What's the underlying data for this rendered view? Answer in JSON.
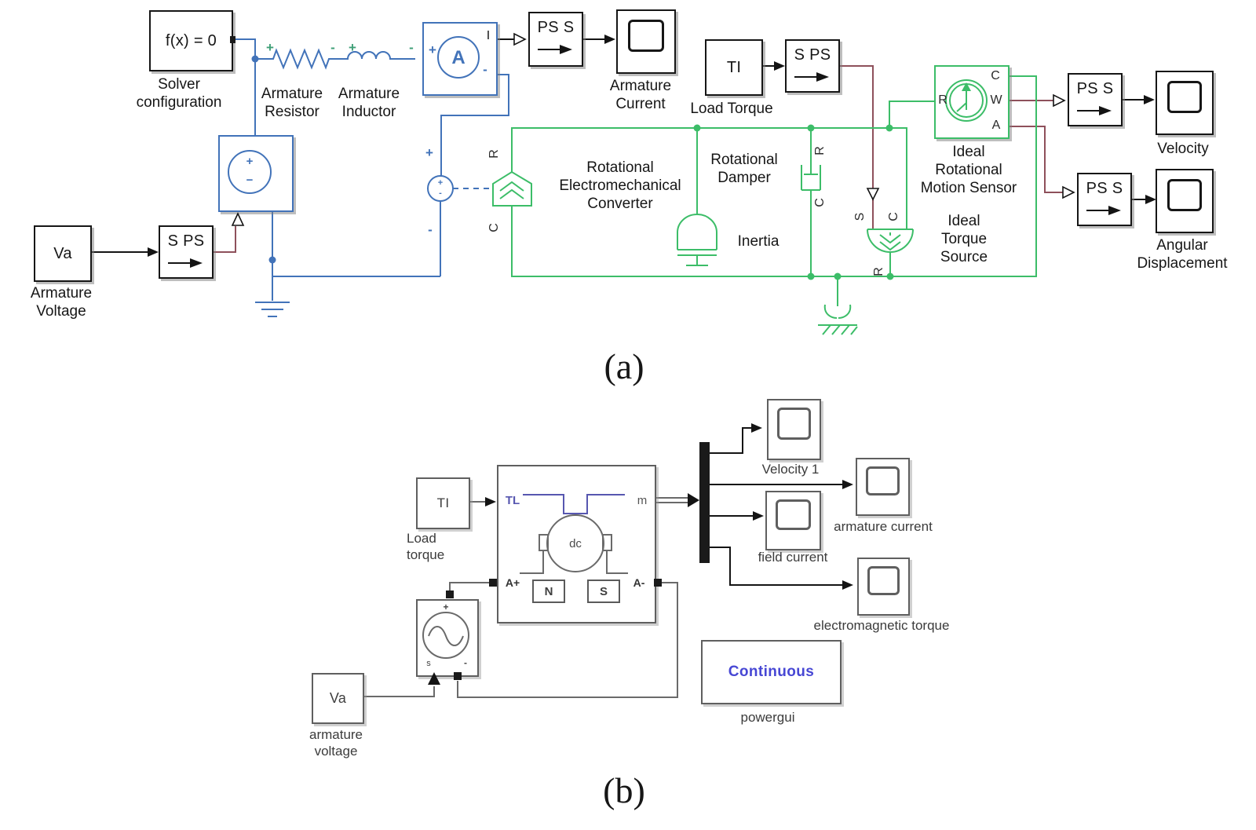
{
  "colors": {
    "electrical_blue": "#4273b9",
    "mechanical_green": "#3cbd68",
    "physical_signal": "#8e505b",
    "line_gray": "#5f5f5f",
    "powergui_text": "#4747d4",
    "tl_blue": "#5757b0",
    "sign_teal": "#3f9f77"
  },
  "a": {
    "solver": {
      "block": "f(x) = 0",
      "label": "Solver\nconfiguration"
    },
    "armature_voltage": {
      "block": "Va",
      "label": "Armature\nVoltage"
    },
    "s_ps_label": "S PS",
    "ps_s_label": "PS S",
    "resistor": {
      "label": "Armature\nResistor",
      "plus": "+",
      "minus": "-"
    },
    "inductor": {
      "label": "Armature\nInductor",
      "plus": "+",
      "minus": "-"
    },
    "ammeter": {
      "letter": "A",
      "out_port": "I",
      "plus": "+",
      "minus": "-"
    },
    "voltage_source": {
      "plus": "+",
      "minus": "−"
    },
    "converter": {
      "label": "Rotational\nElectromechanical\nConverter",
      "plus": "+",
      "minus": "-",
      "circle_plus": "+",
      "circle_minus": "-",
      "port_r": "R",
      "port_c": "C"
    },
    "scope_current_label": "Armature\nCurrent",
    "load_torque": {
      "block": "TI",
      "label": "Load Torque"
    },
    "damper": {
      "label": "Rotational\nDamper",
      "port_r": "R",
      "port_c": "C"
    },
    "inertia_label": "Inertia",
    "torque_source": {
      "label": "Ideal\nTorque\nSource",
      "port_s": "S",
      "port_c": "C",
      "port_r": "R"
    },
    "sensor": {
      "label": "Ideal\nRotational\nMotion Sensor",
      "port_r": "R",
      "port_c": "C",
      "port_w": "W",
      "port_a": "A"
    },
    "velocity_label": "Velocity",
    "angular_label": "Angular\nDisplacement",
    "caption": "(a)"
  },
  "b": {
    "load_torque": {
      "block": "TI",
      "label": "Load\ntorque"
    },
    "dc_machine": {
      "tl": "TL",
      "m": "m",
      "dc": "dc",
      "n": "N",
      "s": "S",
      "a_plus": "A+",
      "a_minus": "A-"
    },
    "voltage_source": {
      "plus": "+",
      "s": "s",
      "minus": "-"
    },
    "armature_voltage": {
      "block": "Va",
      "label": "armature\nvoltage"
    },
    "scopes": {
      "velocity": "Velocity 1",
      "armature_current": "armature current",
      "field_current": "field current",
      "em_torque": "electromagnetic torque"
    },
    "powergui": {
      "text": "Continuous",
      "label": "powergui"
    },
    "caption": "(b)"
  }
}
